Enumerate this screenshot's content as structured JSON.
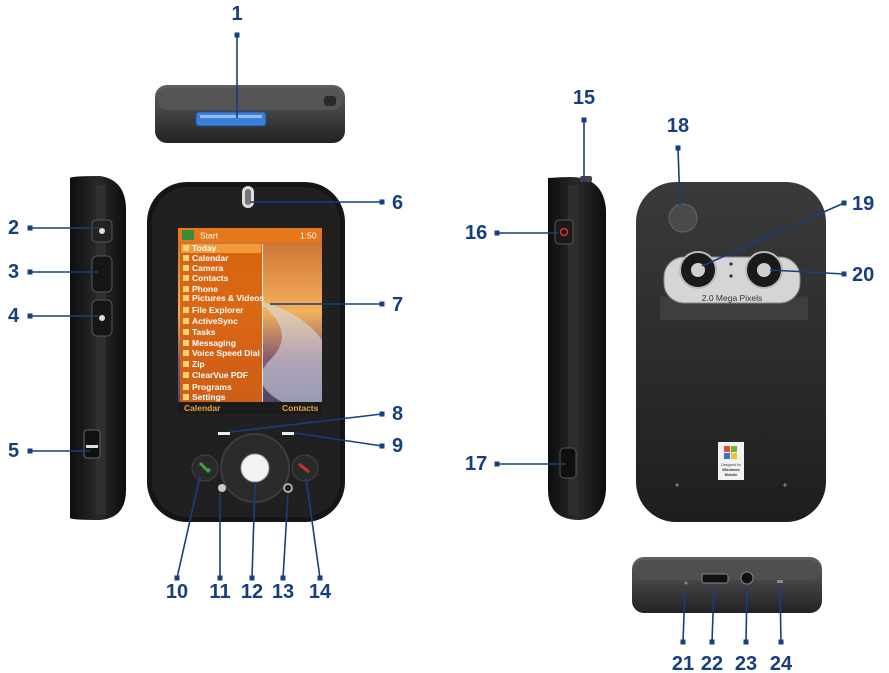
{
  "device": {
    "status_bar": {
      "start": "Start",
      "time": "1:50"
    },
    "menu": [
      "Today",
      "Calendar",
      "Camera",
      "Contacts",
      "Phone",
      "Pictures & Videos",
      "File Explorer",
      "ActiveSync",
      "Tasks",
      "Messaging",
      "Voice Speed Dial",
      "Zip",
      "ClearVue PDF",
      "Programs",
      "Settings"
    ],
    "softkeys": {
      "left": "Calendar",
      "right": "Contacts"
    },
    "camera_label": "2.0 Mega Pixels",
    "logo_text": [
      "Designed for",
      "Windows",
      "Mobile"
    ]
  },
  "labels": [
    "1",
    "2",
    "3",
    "4",
    "5",
    "6",
    "7",
    "8",
    "9",
    "10",
    "11",
    "12",
    "13",
    "14",
    "15",
    "16",
    "17",
    "18",
    "19",
    "20",
    "21",
    "22",
    "23",
    "24"
  ],
  "colors": {
    "callout": "#173f7d",
    "device_body": "#1c1c1c",
    "screen_bar": "#e8761b",
    "menu_bg": "#d9620f"
  }
}
